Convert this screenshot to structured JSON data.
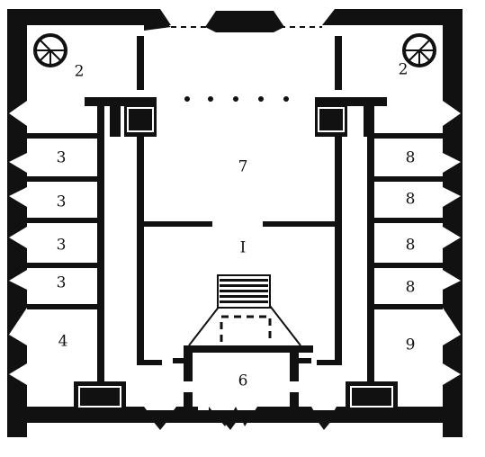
{
  "colors": {
    "wall": "#111111",
    "paper": "#ffffff"
  },
  "plan": {
    "rooms": [
      {
        "id": "stair-nw",
        "label": "2"
      },
      {
        "id": "stair-ne",
        "label": "2"
      },
      {
        "id": "w1",
        "label": "3"
      },
      {
        "id": "w2",
        "label": "3"
      },
      {
        "id": "w3",
        "label": "3"
      },
      {
        "id": "w4",
        "label": "3"
      },
      {
        "id": "w5",
        "label": "4"
      },
      {
        "id": "center-hall",
        "label": "7"
      },
      {
        "id": "center-main",
        "label": "I"
      },
      {
        "id": "entrance",
        "label": "6"
      },
      {
        "id": "e1",
        "label": "8"
      },
      {
        "id": "e2",
        "label": "8"
      },
      {
        "id": "e3",
        "label": "8"
      },
      {
        "id": "e4",
        "label": "8"
      },
      {
        "id": "e5",
        "label": "9"
      }
    ],
    "icons": [
      "spiral-stair-icon",
      "grille-icon",
      "stair-flight-icon"
    ]
  }
}
